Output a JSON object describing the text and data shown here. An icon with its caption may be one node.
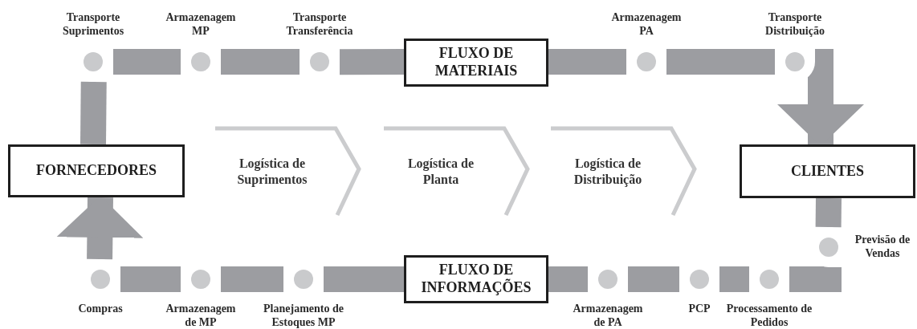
{
  "diagram": {
    "nodes": [
      {
        "text": [
          "Transporte Suprimentos"
        ]
      },
      {
        "text": [
          "Armazenagem MP"
        ]
      },
      {
        "text": [
          "Transporte Transferência"
        ]
      },
      {
        "text": [
          "FLUXO DE MATERIAIS"
        ]
      },
      {
        "text": [
          "Armazenagem PA"
        ]
      },
      {
        "text": [
          "Transporte Distribuição"
        ]
      },
      {
        "text": [
          "FORNECEDORES"
        ]
      },
      {
        "text": [
          "Logística de Suprimentos"
        ]
      },
      {
        "text": [
          "Logística de Planta"
        ]
      },
      {
        "text": [
          "Logística de Distribuição"
        ]
      },
      {
        "text": [
          "CLIENTES"
        ]
      },
      {
        "text": [
          "Previsão de Vendas"
        ]
      },
      {
        "text": [
          "FLUXO DE INFORMAÇÕES"
        ]
      },
      {
        "text": [
          "Compras"
        ]
      },
      {
        "text": [
          "Armazenagem de MP"
        ]
      },
      {
        "text": [
          "Planejamento de Estoques MP"
        ]
      },
      {
        "text": [
          "Armazenagem de PA"
        ]
      },
      {
        "text": [
          "PCP"
        ]
      },
      {
        "text": [
          "Processamento de Pedidos"
        ]
      }
    ],
    "edges": [
      {
        "from": 6,
        "to": 0,
        "arrow": "none"
      },
      {
        "from": 0,
        "to": 1,
        "arrow": "none"
      },
      {
        "from": 1,
        "to": 2,
        "arrow": "none"
      },
      {
        "from": 2,
        "to": 3,
        "arrow": "none"
      },
      {
        "from": 3,
        "to": 4,
        "arrow": "none"
      },
      {
        "from": 4,
        "to": 5,
        "arrow": "none"
      },
      {
        "from": 5,
        "to": 10,
        "arrow": "to"
      },
      {
        "from": 10,
        "to": 11,
        "arrow": "none"
      },
      {
        "from": 11,
        "to": 18,
        "arrow": "none"
      },
      {
        "from": 18,
        "to": 17,
        "arrow": "none"
      },
      {
        "from": 17,
        "to": 16,
        "arrow": "none"
      },
      {
        "from": 16,
        "to": 12,
        "arrow": "none"
      },
      {
        "from": 12,
        "to": 15,
        "arrow": "none"
      },
      {
        "from": 15,
        "to": 14,
        "arrow": "none"
      },
      {
        "from": 14,
        "to": 13,
        "arrow": "none"
      },
      {
        "from": 13,
        "to": 6,
        "arrow": "to"
      }
    ]
  }
}
